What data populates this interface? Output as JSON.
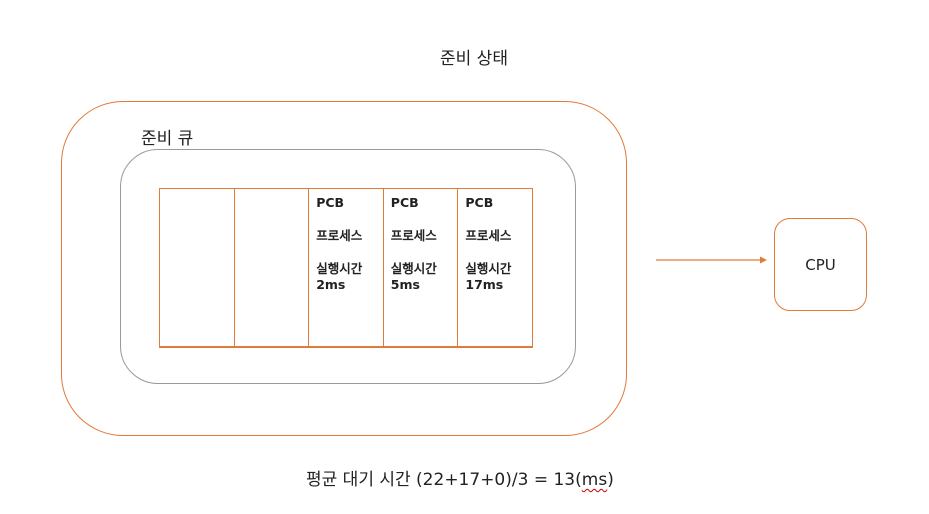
{
  "title": "준비 상태",
  "queue_label": "준비 큐",
  "slots": [
    {
      "pcb": "",
      "process": "",
      "time_label": "",
      "time_value": ""
    },
    {
      "pcb": "",
      "process": "",
      "time_label": "",
      "time_value": ""
    },
    {
      "pcb": "PCB",
      "process": "프로세스",
      "time_label": "실행시간",
      "time_value": "2ms"
    },
    {
      "pcb": "PCB",
      "process": "프로세스",
      "time_label": "실행시간",
      "time_value": "5ms"
    },
    {
      "pcb": "PCB",
      "process": "프로세스",
      "time_label": "실행시간",
      "time_value": "17ms"
    }
  ],
  "cpu_label": "CPU",
  "formula": {
    "text": "평균 대기 시간 (22+17+0)/3 = 13",
    "paren_open": "(",
    "unit": "ms",
    "paren_close": ")"
  },
  "colors": {
    "accent": "#e07b39",
    "inner_border": "#9a9a9a",
    "text": "#222222"
  }
}
